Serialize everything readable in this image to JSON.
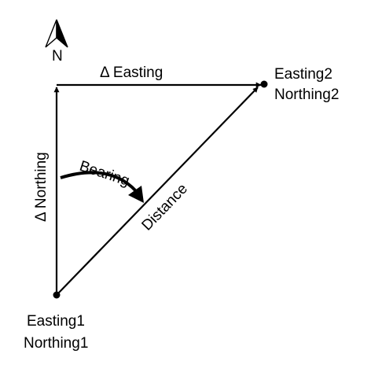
{
  "north_arrow": {
    "label": "N",
    "icon": "north-arrow-icon"
  },
  "labels": {
    "delta_easting": "Δ Easting",
    "delta_northing": "Δ Northing",
    "bearing": "Bearing",
    "distance": "Distance",
    "point2_easting": "Easting2",
    "point2_northing": "Northing2",
    "point1_easting": "Easting1",
    "point1_northing": "Northing1"
  },
  "colors": {
    "stroke": "#000000",
    "background": "#ffffff"
  }
}
